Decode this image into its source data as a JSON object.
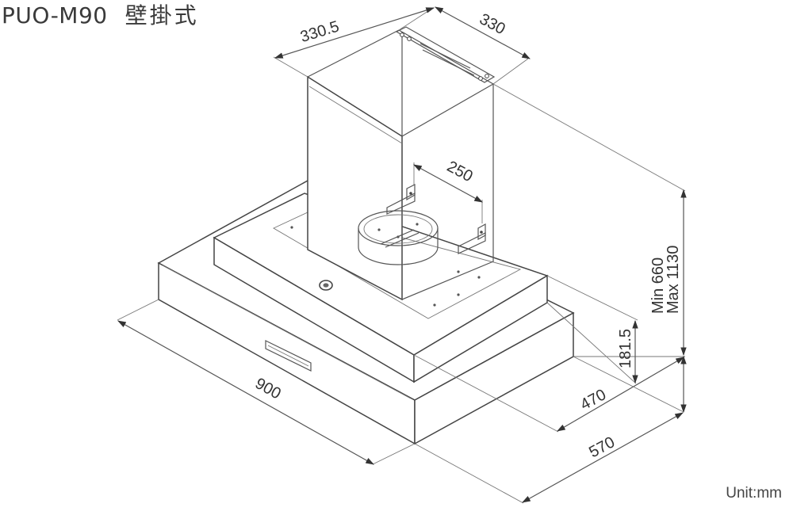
{
  "title": {
    "model": "PUO-M90",
    "type": "壁掛式"
  },
  "unit_label": "Unit:mm",
  "dimensions": {
    "chimney_width": "330.5",
    "chimney_depth": "330",
    "bracket_spacing": "250",
    "height_min": "Min  660",
    "height_max": "Max 1130",
    "canopy_height": "181.5",
    "inner_depth": "470",
    "total_depth": "570",
    "total_width": "900"
  }
}
